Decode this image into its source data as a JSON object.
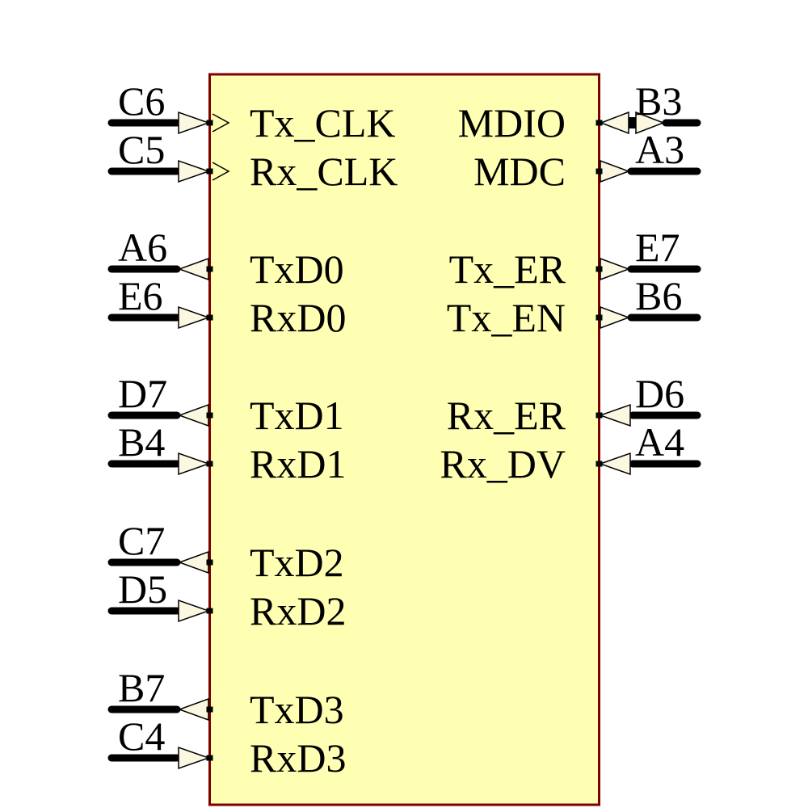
{
  "diagram": {
    "type": "schematic-pin-diagram",
    "background_color": "#FFFFFF",
    "block": {
      "fill": "#FFFFB3",
      "border_color": "#7F0000"
    },
    "styles": {
      "arrow_fill": "#FBF7E0",
      "wire_color": "#000000",
      "text_color": "#000000"
    },
    "left_pins": [
      {
        "number": "C6",
        "signal": "Tx_CLK",
        "direction": "input",
        "clock": true
      },
      {
        "number": "C5",
        "signal": "Rx_CLK",
        "direction": "input",
        "clock": true
      },
      {
        "number": "A6",
        "signal": "TxD0",
        "direction": "output",
        "clock": false
      },
      {
        "number": "E6",
        "signal": "RxD0",
        "direction": "input",
        "clock": false
      },
      {
        "number": "D7",
        "signal": "TxD1",
        "direction": "output",
        "clock": false
      },
      {
        "number": "B4",
        "signal": "RxD1",
        "direction": "input",
        "clock": false
      },
      {
        "number": "C7",
        "signal": "TxD2",
        "direction": "output",
        "clock": false
      },
      {
        "number": "D5",
        "signal": "RxD2",
        "direction": "input",
        "clock": false
      },
      {
        "number": "B7",
        "signal": "TxD3",
        "direction": "output",
        "clock": false
      },
      {
        "number": "C4",
        "signal": "RxD3",
        "direction": "input",
        "clock": false
      }
    ],
    "right_pins": [
      {
        "number": "B3",
        "signal": "MDIO",
        "direction": "bidirectional",
        "clock": false
      },
      {
        "number": "A3",
        "signal": "MDC",
        "direction": "output",
        "clock": false
      },
      {
        "number": "E7",
        "signal": "Tx_ER",
        "direction": "output",
        "clock": false
      },
      {
        "number": "B6",
        "signal": "Tx_EN",
        "direction": "output",
        "clock": false
      },
      {
        "number": "D6",
        "signal": "Rx_ER",
        "direction": "input",
        "clock": false
      },
      {
        "number": "A4",
        "signal": "Rx_DV",
        "direction": "input",
        "clock": false
      }
    ]
  }
}
